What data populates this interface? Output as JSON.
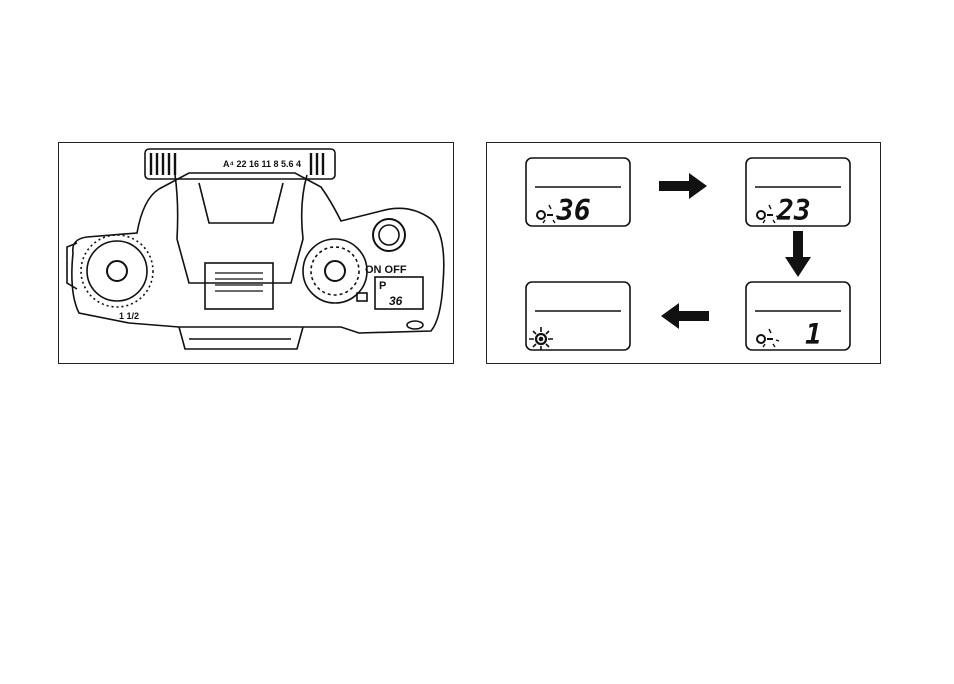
{
  "camera": {
    "lens_scale": "A⁴ 22 16 11 8 5.6 4",
    "switch_label": "ON OFF",
    "mode_letter": "P",
    "lcd_readout": "36",
    "dial_fraction": "1 1/2"
  },
  "lcd_sequence": {
    "frames": [
      {
        "count": "36"
      },
      {
        "count": "23"
      },
      {
        "count": "1"
      },
      {
        "count": ""
      }
    ],
    "arrows": [
      "right",
      "down",
      "left"
    ]
  },
  "colors": {
    "ink": "#111111",
    "paper": "#ffffff"
  }
}
